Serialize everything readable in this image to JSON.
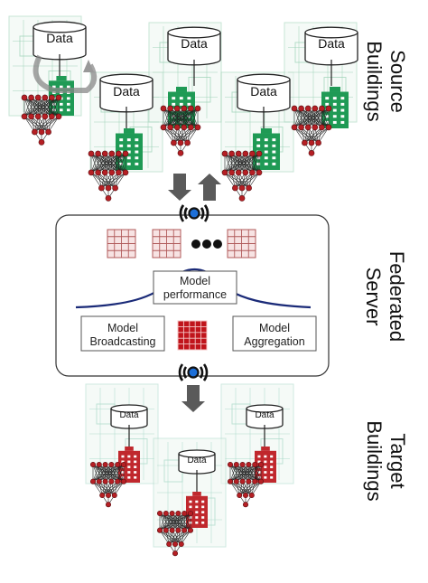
{
  "labels": {
    "source": [
      "Source",
      "Buildings"
    ],
    "server": [
      "Federated",
      "Server"
    ],
    "target": [
      "Target",
      "Buildings"
    ],
    "data": "Data",
    "model_performance": [
      "Model",
      "performance"
    ],
    "model_broadcasting": [
      "Model",
      "Broadcasting"
    ],
    "model_aggregation": [
      "Model",
      "Aggregation"
    ]
  },
  "colors": {
    "source_building": "#1f9a55",
    "target_building": "#c0282d",
    "grid_light_fill": "#f7e3e3",
    "grid_line": "#b05a5a",
    "grid_dark_fill": "#c0141b",
    "curve": "#1a2a78",
    "arrow": "#5a5a5a",
    "node": "#b51f24",
    "edge": "#222222",
    "floorplan_source": "#9ad0b4",
    "floorplan_target": "#a8d8c8"
  },
  "icons": [
    "database-cylinder-icon",
    "building-icon",
    "neural-network-icon",
    "wireless-antenna-icon",
    "loop-arrow-icon",
    "ellipsis-dots"
  ]
}
